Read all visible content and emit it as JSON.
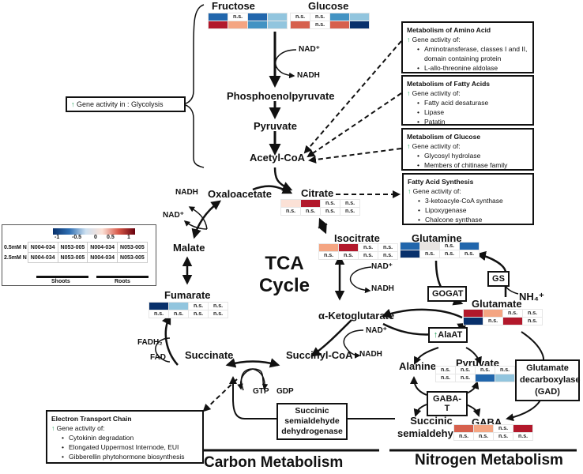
{
  "colors": {
    "strong_red": "#b2182b",
    "red": "#d6604d",
    "light_red": "#f4a582",
    "pale_red": "#fbe1d6",
    "strong_blue": "#08306b",
    "blue": "#2166ac",
    "mid_blue": "#4393c3",
    "light_blue": "#92c5de",
    "pale_gray": "#e8e4e2",
    "ns": "#ffffff",
    "up_arrow": "#1a9e55"
  },
  "ns_label": "n.s.",
  "glycolysis_note": {
    "icon": "up-arrow-icon",
    "text": "Gene activity in : Glycolysis"
  },
  "metabolites": {
    "fructose": "Fructose",
    "glucose": "Glucose",
    "nad_plus_1": "NAD⁺",
    "nadh_1": "NADH",
    "pep": "Phosphoenolpyruvate",
    "pyruvate": "Pyruvate",
    "acetyl_coa": "Acetyl-CoA",
    "oxaloacetate": "Oxaloacetate",
    "citrate": "Citrate",
    "isocitrate": "Isocitrate",
    "malate": "Malate",
    "fumarate": "Fumarate",
    "succinate": "Succinate",
    "succinyl_coa": "Succinyl-CoA",
    "a_ketoglutarate": "α-Ketoglutarate",
    "glutamine": "Glutamine",
    "glutamate": "Glutamate",
    "alanine": "Alanine",
    "pyruvate_n": "Pyruvate",
    "gaba": "GABA",
    "succinic_semialdehyde": "Succinic\nsemialdehyde",
    "nadh_oaa": "NADH",
    "nad_oaa": "NAD⁺",
    "nad_iso": "NAD⁺",
    "nadh_iso": "NADH",
    "nad_akg": "NAD⁺",
    "nadh_akg": "NADH",
    "fadh2": "FADH₂",
    "fad": "FAD",
    "gtp": "GTP",
    "gdp": "GDP",
    "nh4": "NH₄⁺"
  },
  "tca_label": "TCA\nCycle",
  "section_labels": {
    "carbon": "Carbon Metabolism",
    "nitrogen": "Nitrogen Metabolism"
  },
  "enzymes": {
    "gogat": "GOGAT",
    "gs": "GS",
    "alaat": "AlaAT",
    "gaba_t": "GABA-T",
    "gad": "Glutamate decarboxylase (GAD)",
    "ssadh": "Succinic semialdehyde dehydrogenase"
  },
  "info_boxes": [
    {
      "title": "Metabolism of Amino Acid",
      "subtitle": "Gene activity of:",
      "items": [
        "Aminotransferase, classes I and II, domain containing protein",
        "L-allo-threonine aldolase"
      ]
    },
    {
      "title": "Metabolism of Fatty Acids",
      "subtitle": "Gene activity of:",
      "items": [
        "Fatty acid desaturase",
        "Lipase",
        "Patatin"
      ]
    },
    {
      "title": "Metabolism of Glucose",
      "subtitle": "Gene activity of:",
      "items": [
        "Glycosyl hydrolase",
        "Members of chitinase family"
      ]
    },
    {
      "title": "Fatty Acid Synthesis",
      "subtitle": "Gene activity of:",
      "items": [
        "3-ketoacyle-CoA synthase",
        "Lipoxygenase",
        "Chalcone synthase"
      ]
    },
    {
      "title": "Electron Transport Chain",
      "subtitle": "Gene activity of:",
      "items": [
        "Cytokinin degradation",
        "Elongated Uppermost Internode, EUI",
        "Gibberellin phytohormone biosynthesis"
      ]
    }
  ],
  "legend": {
    "scale_ticks": [
      "-1",
      "-0.5",
      "0",
      "0.5",
      "1"
    ],
    "scale_range": [
      -1,
      1
    ],
    "rows": [
      {
        "label": "0.5mM N",
        "cells": [
          "N004-034",
          "N053-005",
          "N004-034",
          "N053-005"
        ]
      },
      {
        "label": "2.5mM N",
        "cells": [
          "N004-034",
          "N053-005",
          "N004-034",
          "N053-005"
        ]
      }
    ],
    "groups": [
      "Shoots",
      "Roots"
    ]
  },
  "heatmaps": {
    "fructose": [
      [
        "blue",
        "ns",
        "blue",
        "light_blue"
      ],
      [
        "strong_red",
        "light_red",
        "mid_blue",
        "light_blue"
      ]
    ],
    "glucose": [
      [
        "ns",
        "ns",
        "mid_blue",
        "light_blue"
      ],
      [
        "red",
        "ns",
        "red",
        "strong_blue"
      ]
    ],
    "citrate": [
      [
        "pale_red",
        "strong_red",
        "ns",
        "ns"
      ],
      [
        "ns",
        "ns",
        "ns",
        "ns"
      ]
    ],
    "isocitrate": [
      [
        "light_red",
        "strong_red",
        "ns",
        "ns"
      ],
      [
        "ns",
        "ns",
        "ns",
        "ns"
      ]
    ],
    "glutamine": [
      [
        "blue",
        "pale_gray",
        "ns",
        "blue"
      ],
      [
        "strong_blue",
        "ns",
        "ns",
        "ns"
      ]
    ],
    "glutamate": [
      [
        "strong_red",
        "light_red",
        "ns",
        "ns"
      ],
      [
        "strong_blue",
        "ns",
        "strong_red",
        "ns"
      ]
    ],
    "fumarate": [
      [
        "strong_blue",
        "light_blue",
        "ns",
        "ns"
      ],
      [
        "ns",
        "ns",
        "ns",
        "ns"
      ]
    ],
    "pyruvate_n": [
      [
        "ns",
        "ns",
        "ns",
        "ns"
      ],
      [
        "ns",
        "ns",
        "blue",
        "light_blue"
      ]
    ],
    "gaba": [
      [
        "red",
        "light_red",
        "ns",
        "strong_red"
      ],
      [
        "ns",
        "ns",
        "ns",
        "ns"
      ]
    ]
  }
}
